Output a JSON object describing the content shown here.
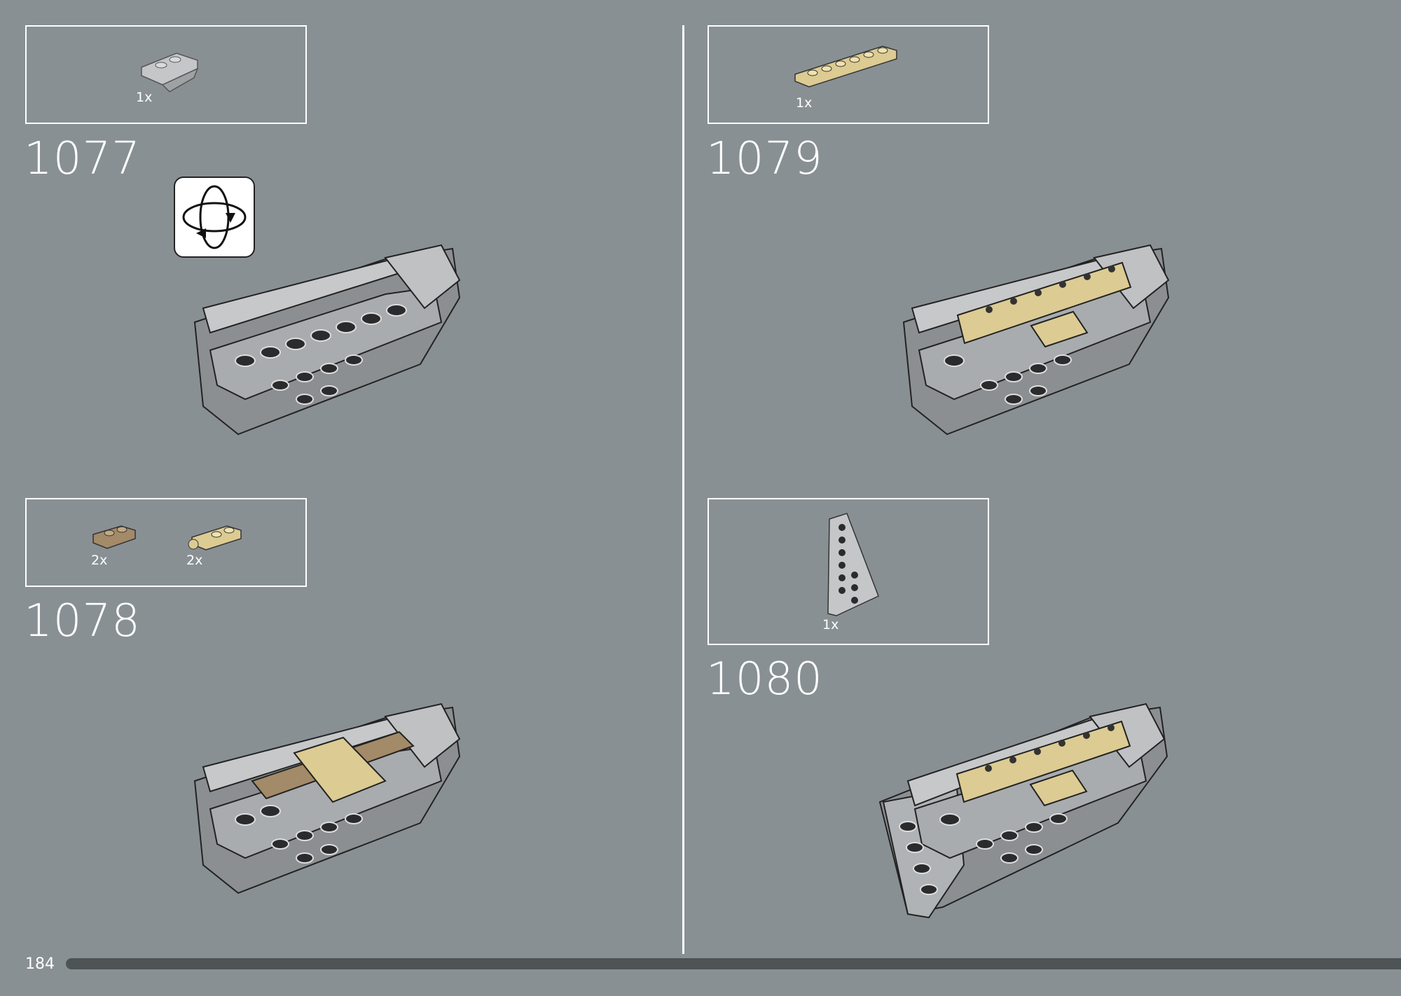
{
  "page": {
    "number": "184"
  },
  "steps": [
    {
      "number": "1077",
      "parts": [
        {
          "qty": "1x",
          "color": "#b7b9bb",
          "icon": "inverted-slope-light-gray"
        }
      ]
    },
    {
      "number": "1078",
      "parts": [
        {
          "qty": "2x",
          "color": "#a38a68",
          "icon": "plate-1x2-dark-tan"
        },
        {
          "qty": "2x",
          "color": "#dccb92",
          "icon": "hinge-plate-tan"
        }
      ]
    },
    {
      "number": "1079",
      "parts": [
        {
          "qty": "1x",
          "color": "#dccb92",
          "icon": "plate-1x6-tan"
        }
      ]
    },
    {
      "number": "1080",
      "parts": [
        {
          "qty": "1x",
          "color": "#b7b9bb",
          "icon": "wedge-plate-light-gray"
        }
      ]
    }
  ],
  "rotate_icon": "rotate-model-icon",
  "colors": {
    "background": "#899094",
    "tan": "#dccb92",
    "dark_tan": "#a38a68",
    "light_gray": "#b7b9bb",
    "dark_gray": "#6b6e71"
  }
}
